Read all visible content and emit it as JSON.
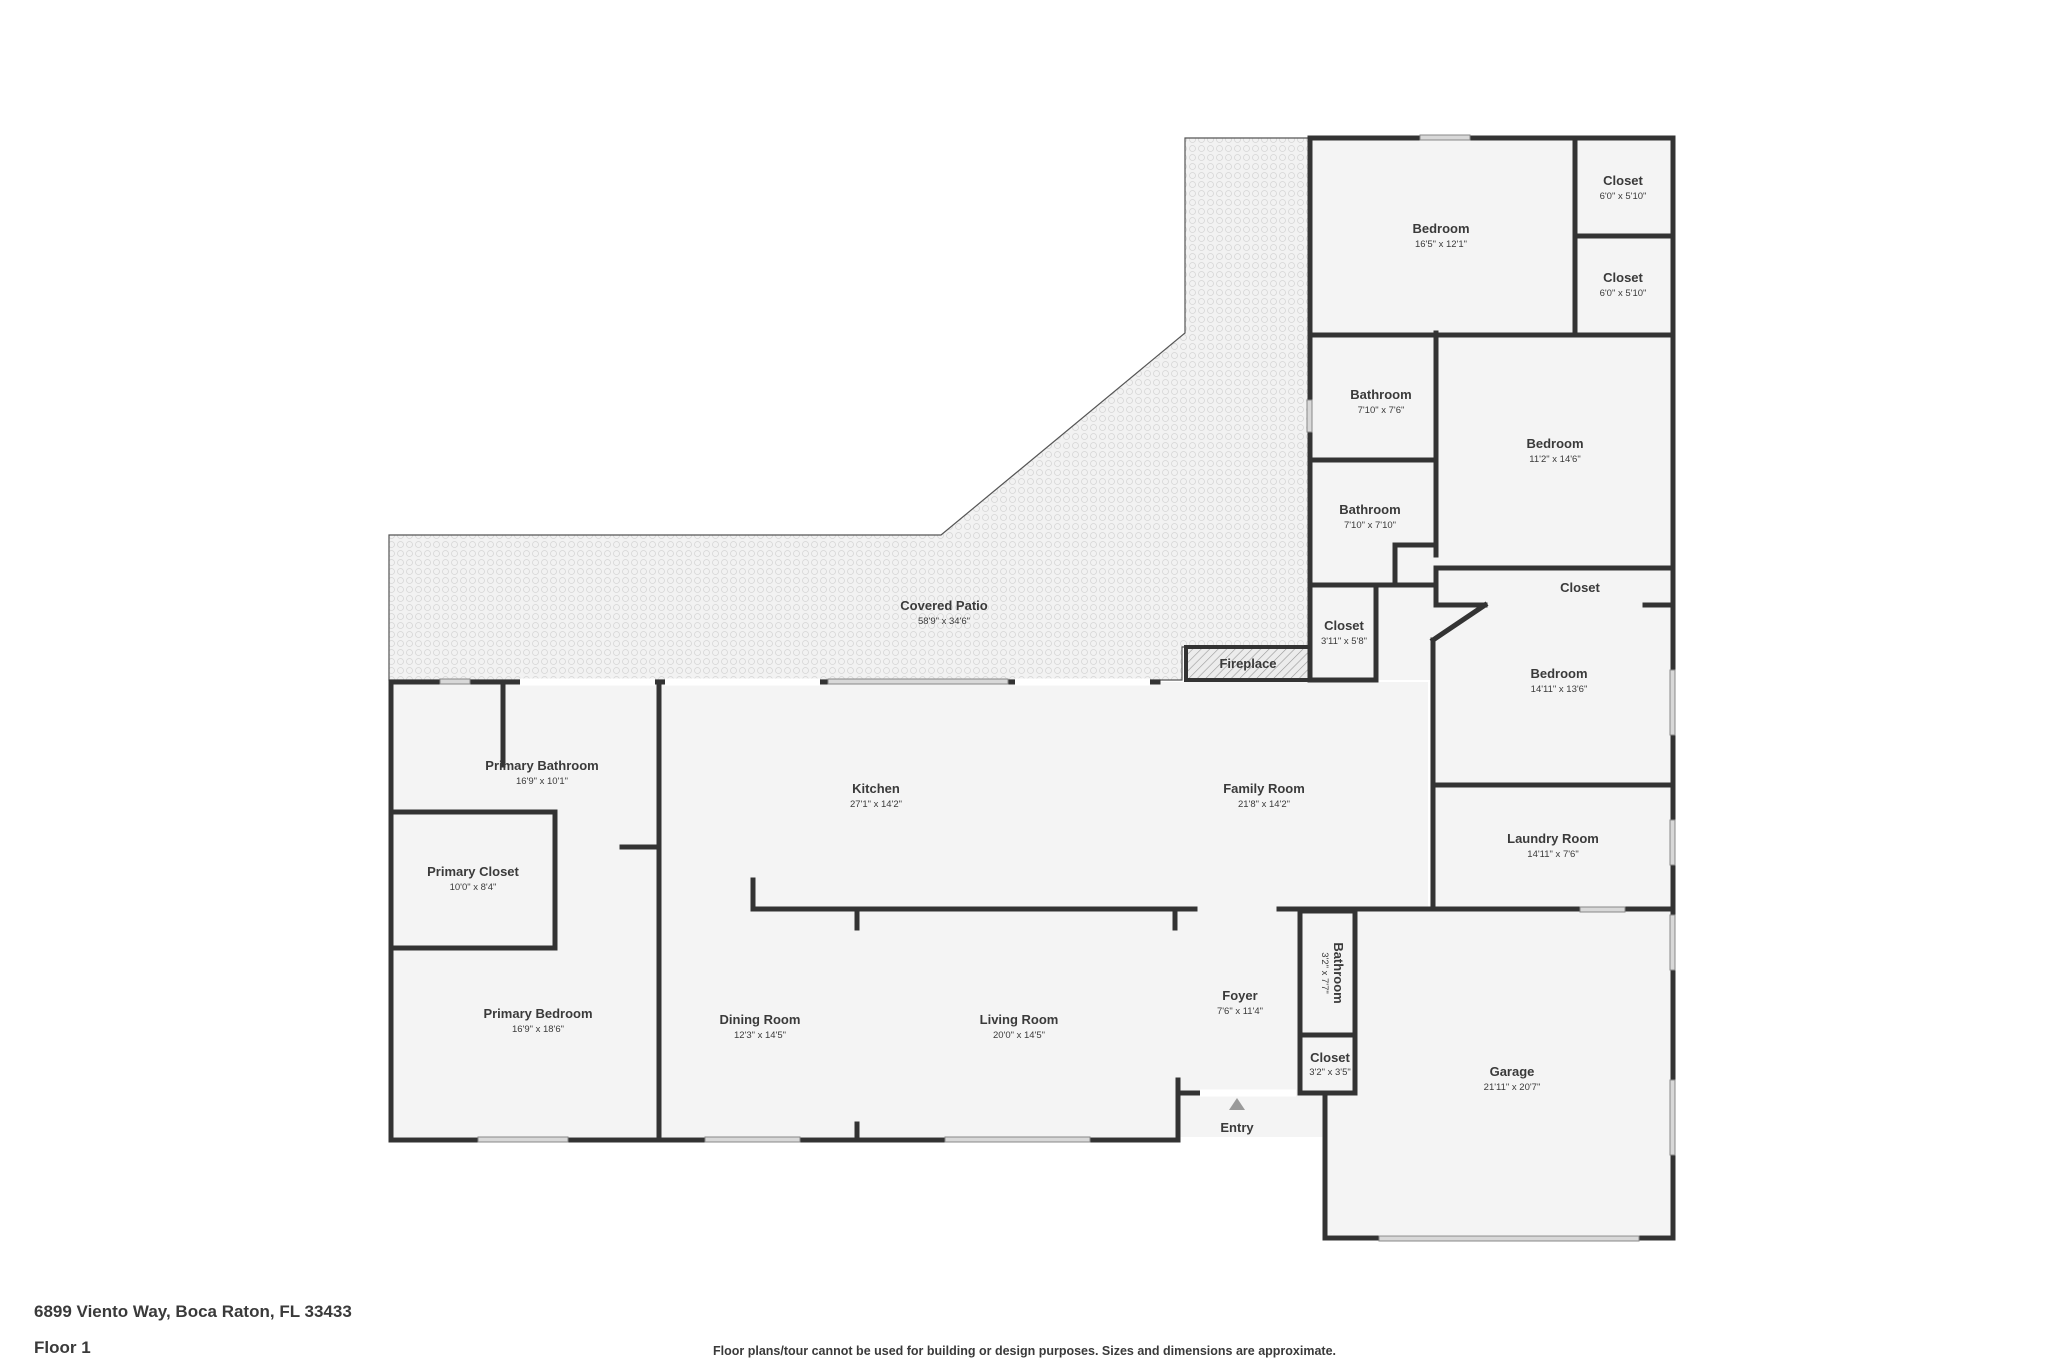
{
  "plan": {
    "address": "6899 Viento Way, Boca Raton, FL 33433",
    "floor": "Floor 1",
    "disclaimer": "Floor plans/tour cannot be used for building or design purposes. Sizes and dimensions are approximate.",
    "entry_label": "Entry",
    "colors": {
      "wall": "#333333",
      "floor": "#f4f4f4",
      "patio": "#ececec",
      "window": "#d8d8d8"
    },
    "rooms": {
      "covered_patio": {
        "name": "Covered Patio",
        "dim": "58'9\" x 34'6\""
      },
      "fireplace": {
        "name": "Fireplace"
      },
      "bedroom_top": {
        "name": "Bedroom",
        "dim": "16'5\" x 12'1\""
      },
      "closet_top1": {
        "name": "Closet",
        "dim": "6'0\" x 5'10\""
      },
      "closet_top2": {
        "name": "Closet",
        "dim": "6'0\" x 5'10\""
      },
      "bathroom_a": {
        "name": "Bathroom",
        "dim": "7'10\" x 7'6\""
      },
      "bathroom_b": {
        "name": "Bathroom",
        "dim": "7'10\" x 7'10\""
      },
      "bedroom_right": {
        "name": "Bedroom",
        "dim": "11'2\" x 14'6\""
      },
      "closet_mid": {
        "name": "Closet",
        "dim": "3'11\" x 5'8\""
      },
      "closet_right": {
        "name": "Closet"
      },
      "bedroom_mid": {
        "name": "Bedroom",
        "dim": "14'11\" x 13'6\""
      },
      "laundry": {
        "name": "Laundry Room",
        "dim": "14'11\" x 7'6\""
      },
      "primary_bath": {
        "name": "Primary Bathroom",
        "dim": "16'9\" x 10'1\""
      },
      "primary_closet": {
        "name": "Primary Closet",
        "dim": "10'0\" x 8'4\""
      },
      "primary_bed": {
        "name": "Primary Bedroom",
        "dim": "16'9\" x 18'6\""
      },
      "kitchen": {
        "name": "Kitchen",
        "dim": "27'1\" x 14'2\""
      },
      "family": {
        "name": "Family Room",
        "dim": "21'8\" x 14'2\""
      },
      "dining": {
        "name": "Dining Room",
        "dim": "12'3\" x 14'5\""
      },
      "living": {
        "name": "Living Room",
        "dim": "20'0\" x 14'5\""
      },
      "foyer": {
        "name": "Foyer",
        "dim": "7'6\" x 11'4\""
      },
      "bathroom_small": {
        "name": "Bathroom",
        "dim": "3'2\" x 7'7\""
      },
      "closet_small": {
        "name": "Closet",
        "dim": "3'2\" x 3'5\""
      },
      "garage": {
        "name": "Garage",
        "dim": "21'11\" x 20'7\""
      }
    }
  }
}
